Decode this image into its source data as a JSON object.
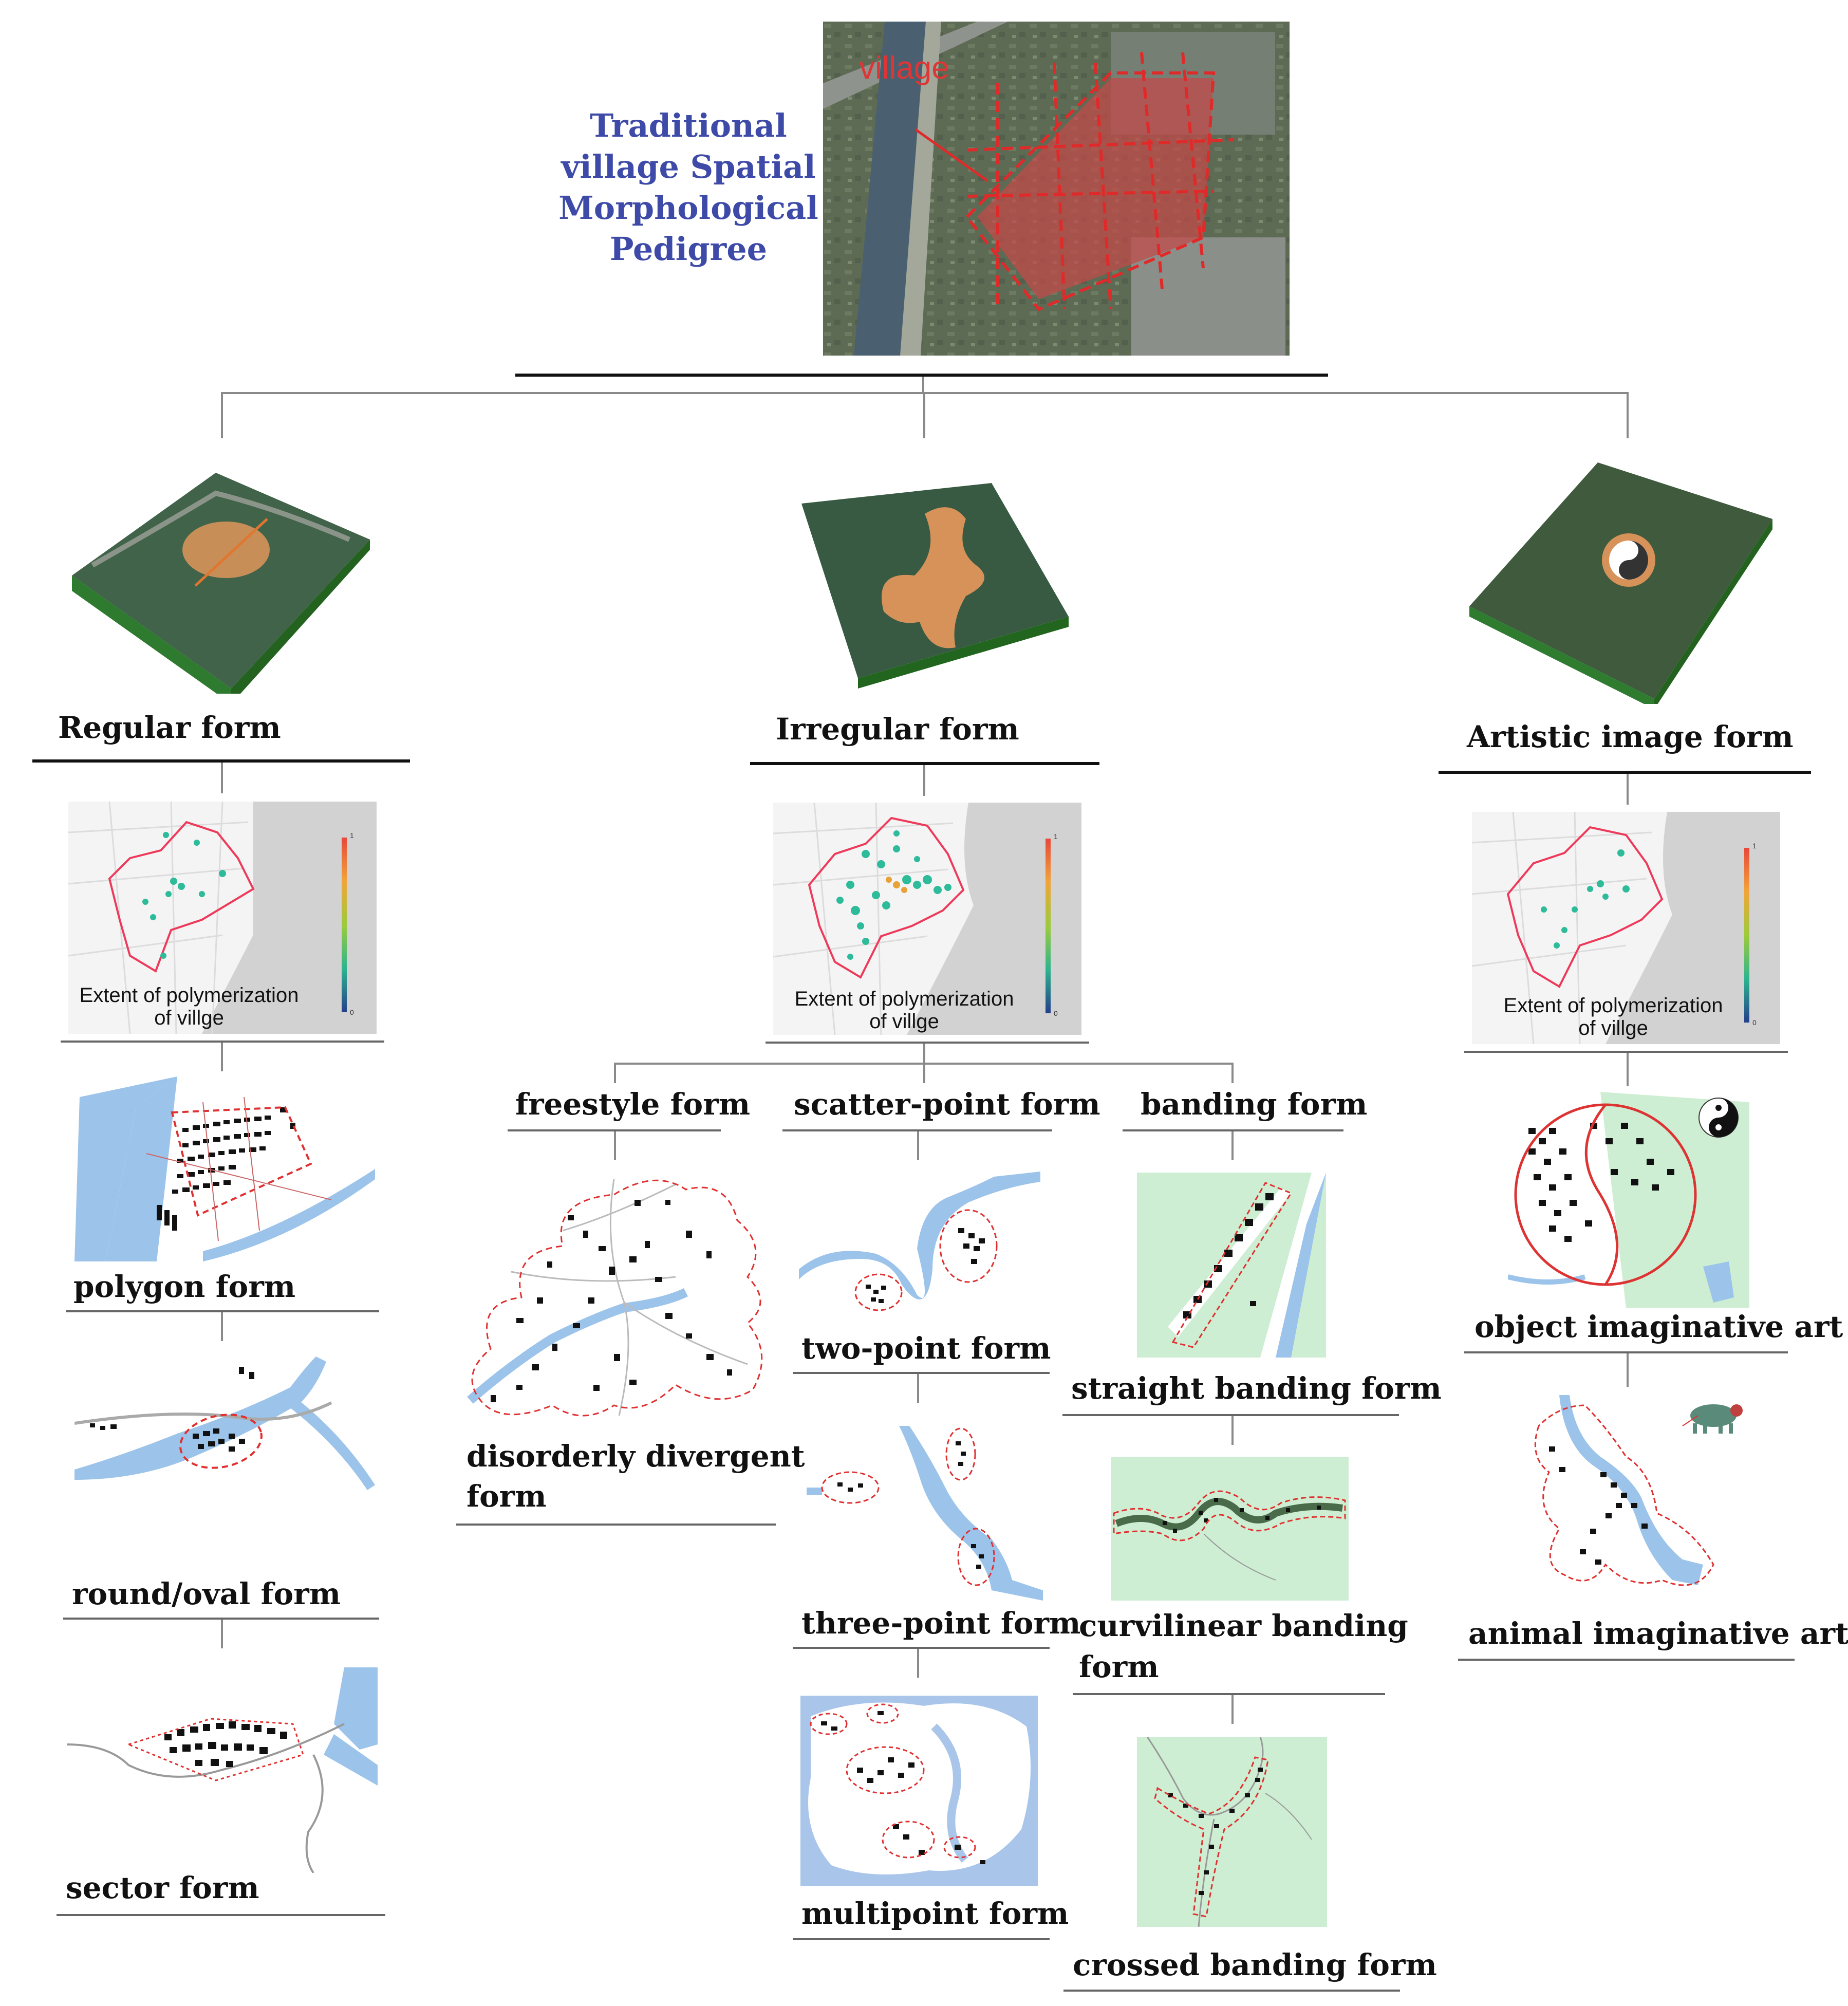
{
  "root": {
    "title_lines": [
      "Traditional",
      "village Spatial",
      "Morphological",
      "Pedigree"
    ],
    "photo_label": "village"
  },
  "branches": {
    "regular": {
      "label": "Regular form",
      "map_caption": [
        "Extent of polymerization",
        "of villge"
      ],
      "legend": {
        "max": "1",
        "min": "0"
      },
      "children": [
        "polygon form",
        "round/oval form",
        "sector form"
      ]
    },
    "irregular": {
      "label": "Irregular form",
      "map_caption": [
        "Extent of polymerization",
        "of villge"
      ],
      "legend": {
        "max": "1",
        "min": "0"
      },
      "groups": {
        "freestyle": {
          "label": "freestyle form",
          "children": [
            "disorderly divergent",
            "form"
          ]
        },
        "scatter": {
          "label": "scatter-point form",
          "children": [
            "two-point form",
            "three-point form",
            "multipoint form"
          ]
        },
        "banding": {
          "label": "banding form",
          "children": [
            "straight  banding form",
            "curvilinear  banding",
            "form",
            "crossed  banding form"
          ]
        }
      }
    },
    "artistic": {
      "label": "Artistic image form",
      "map_caption": [
        "Extent of polymerization",
        "of villge"
      ],
      "legend": {
        "max": "1",
        "min": "0"
      },
      "children": [
        "object imaginative art",
        "animal imaginative art"
      ]
    }
  },
  "colors": {
    "title_blue": "#3d4aa8",
    "outline_red": "#e03030",
    "water_blue": "#9cc3ea",
    "green_bg": "#cdeed2",
    "terrain_orange": "#d7925a"
  }
}
